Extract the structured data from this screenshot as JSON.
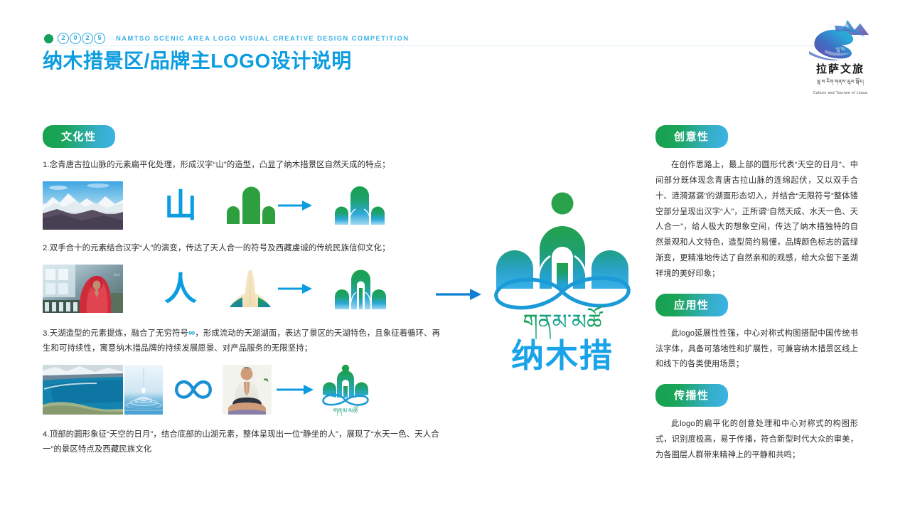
{
  "header": {
    "kicker_dot": "dot",
    "year_digits": [
      "2",
      "0",
      "2",
      "5"
    ],
    "kicker_en": "NAMTSO SCENIC AREA LOGO VISUAL CREATIVE DESIGN COMPETITION",
    "title": "纳木措景区/品牌主LOGO设计说明"
  },
  "org_logo": {
    "name_cn": "拉萨文旅",
    "name_tb": "ལྷ་ས་རིག་གནས་ཡུལ་སྐོར།",
    "name_en": "Culture and Tourism of Lhasa"
  },
  "left": {
    "badge": "文化性",
    "p1": "1.念青唐古拉山脉的元素扁平化处理，形成汉字“山”的造型，凸显了纳木措景区自然天成的特点；",
    "p2": "2.双手合十的元素结合汉字“人”的演变，传达了天人合一的符号及西藏虔诚的传统民族信仰文化；",
    "p3_a": "3.天湖造型的元素提炼，融合了无穷符号",
    "p3_inf": "∞",
    "p3_b": "，形成流动的天湖湖面，表达了景区的天湖特色，且象征着循环、再生和可持续性，寓意纳木措品牌的持续发展愿景、对产品服务的无限坚持；",
    "p4": "4.顶部的圆形象征“天空的日月”，结合底部的山湖元素，整体呈现出一位“静坐的人”，展现了“水天一色、天人合一”的景区特点及西藏民族文化",
    "row1": {
      "photo": "snow-mountain-range-photo",
      "glyph": "山",
      "shape": "flat-mountain-green",
      "arrow": "→",
      "result": "gradient-mountain-logo"
    },
    "row2": {
      "photo": "tibetan-pilgrim-praying-photo",
      "glyph": "人",
      "shape": "praying-hands",
      "arrow": "→",
      "result": "gradient-person-mountain-logo"
    },
    "row3": {
      "photo_lake": "namtso-lake-shore-photo",
      "photo_drop": "water-drop-ripple-photo",
      "symbol": "∞",
      "photo_yoga": "seated-meditation-person-photo",
      "arrow": "→",
      "result": "final-logo-with-tibetan"
    }
  },
  "center": {
    "logo_name": "namtso-brand-logo",
    "tibetan": "གནམ་མཚོ",
    "chinese": "纳木措"
  },
  "right": {
    "sections": [
      {
        "badge": "创意性",
        "text": "在创作思路上，最上部的圆形代表“天空的日月”、中间部分既体现念青唐古拉山脉的连绵起伏，又以双手合十、涟漪潺潺”的湖面形态切入，并结合“无限符号”整体镂空部分呈现出汉字“人”，正所谓“自然天成、水天一色、天人合一”，给人极大的想象空间，传达了纳木措独特的自然景观和人文特色，造型简约易懂，品牌颜色标志的蓝绿渐变，更精准地传达了自然亲和的观感，给大众留下圣湖祥境的美好印象；"
      },
      {
        "badge": "应用性",
        "text": "此logo延展性性强，中心对称式构图搭配中国传统书法字体，具备可落地性和扩展性，可兼容纳木措景区线上和线下的各类使用场景；"
      },
      {
        "badge": "传播性",
        "text": "此logo的扁平化的创意处理和中心对称式的构图形式，识别度极高，易于传播，符合新型时代大众的审美，为各圈层人群带来精神上的平静和共鸣；"
      }
    ]
  },
  "colors": {
    "title_blue": "#0b9de0",
    "brand_green": "#17a04f",
    "brand_blue": "#3cb4ea",
    "arrow_blue": "#0b9de0",
    "text_gray": "#2e2e2e"
  }
}
